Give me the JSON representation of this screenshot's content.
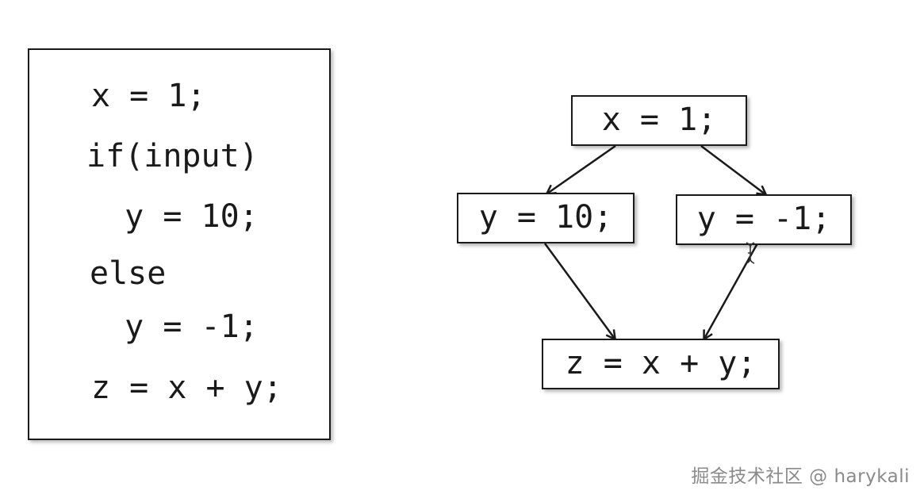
{
  "code_panel": {
    "lines": [
      "x = 1;",
      "if(input)",
      "  y = 10;",
      "else",
      "  y = -1;",
      "z = x + y;"
    ]
  },
  "cfg": {
    "nodes": {
      "entry": "x = 1;",
      "then": "y = 10;",
      "else": "y = -1;",
      "merge": "z = x + y;"
    },
    "edges": [
      {
        "from": "entry",
        "to": "then"
      },
      {
        "from": "entry",
        "to": "else"
      },
      {
        "from": "then",
        "to": "merge"
      },
      {
        "from": "else",
        "to": "merge"
      }
    ]
  },
  "watermark": "掘金技术社区 @ harykali",
  "colors": {
    "ink": "#1a1a1a",
    "watermark": "#8a8a8a"
  }
}
